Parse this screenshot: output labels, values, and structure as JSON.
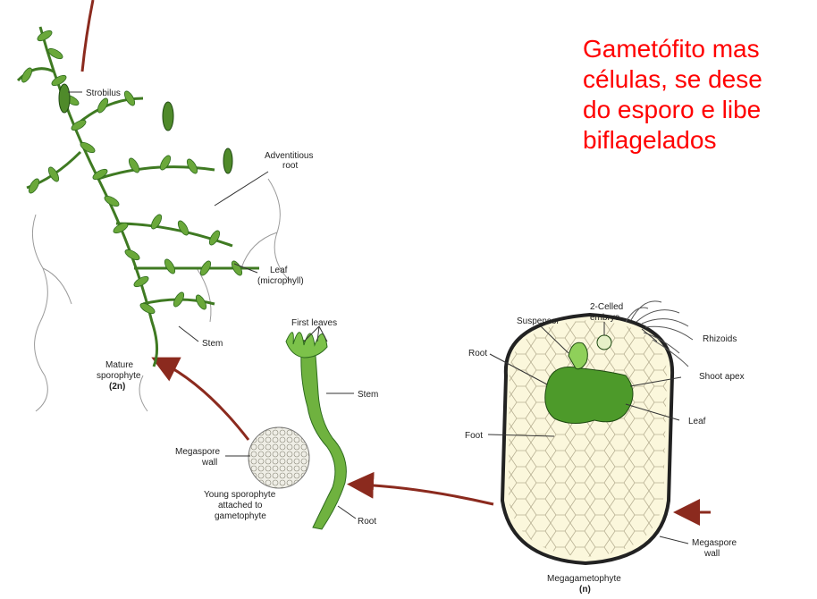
{
  "caption": {
    "lines": [
      "Gametófito mas",
      "células, se dese",
      "do esporo e libe",
      "biflagelados"
    ]
  },
  "labels": {
    "strobilus": "Strobilus",
    "adventitious_root_1": "Adventitious",
    "adventitious_root_2": "root",
    "leaf_microphyll_1": "Leaf",
    "leaf_microphyll_2": "(microphyll)",
    "stem_mature": "Stem",
    "mature_1": "Mature",
    "mature_2": "sporophyte",
    "mature_3": "(2n)",
    "first_leaves": "First leaves",
    "stem_young": "Stem",
    "megaspore_wall_left_1": "Megaspore",
    "megaspore_wall_left_2": "wall",
    "young_1": "Young sporophyte",
    "young_2": "attached to",
    "young_3": "gametophyte",
    "root_young": "Root",
    "two_celled_1": "2-Celled",
    "two_celled_2": "embryo",
    "suspensor": "Suspensor",
    "rhizoids": "Rhizoids",
    "root_embryo": "Root",
    "shoot_apex": "Shoot apex",
    "leaf_embryo": "Leaf",
    "foot": "Foot",
    "megaspore_wall_right_1": "Megaspore",
    "megaspore_wall_right_2": "wall",
    "megagametophyte_1": "Megagametophyte",
    "megagametophyte_2": "(n)"
  },
  "colors": {
    "caption": "#ff0000",
    "arrow": "#8b2a1e",
    "leaf_green": "#6aa83a",
    "dark_green": "#2e6b1e",
    "embryo_green": "#4d9a2a",
    "spore_wall": "#efeee6",
    "megagametophyte_fill": "#fbf7dc"
  }
}
